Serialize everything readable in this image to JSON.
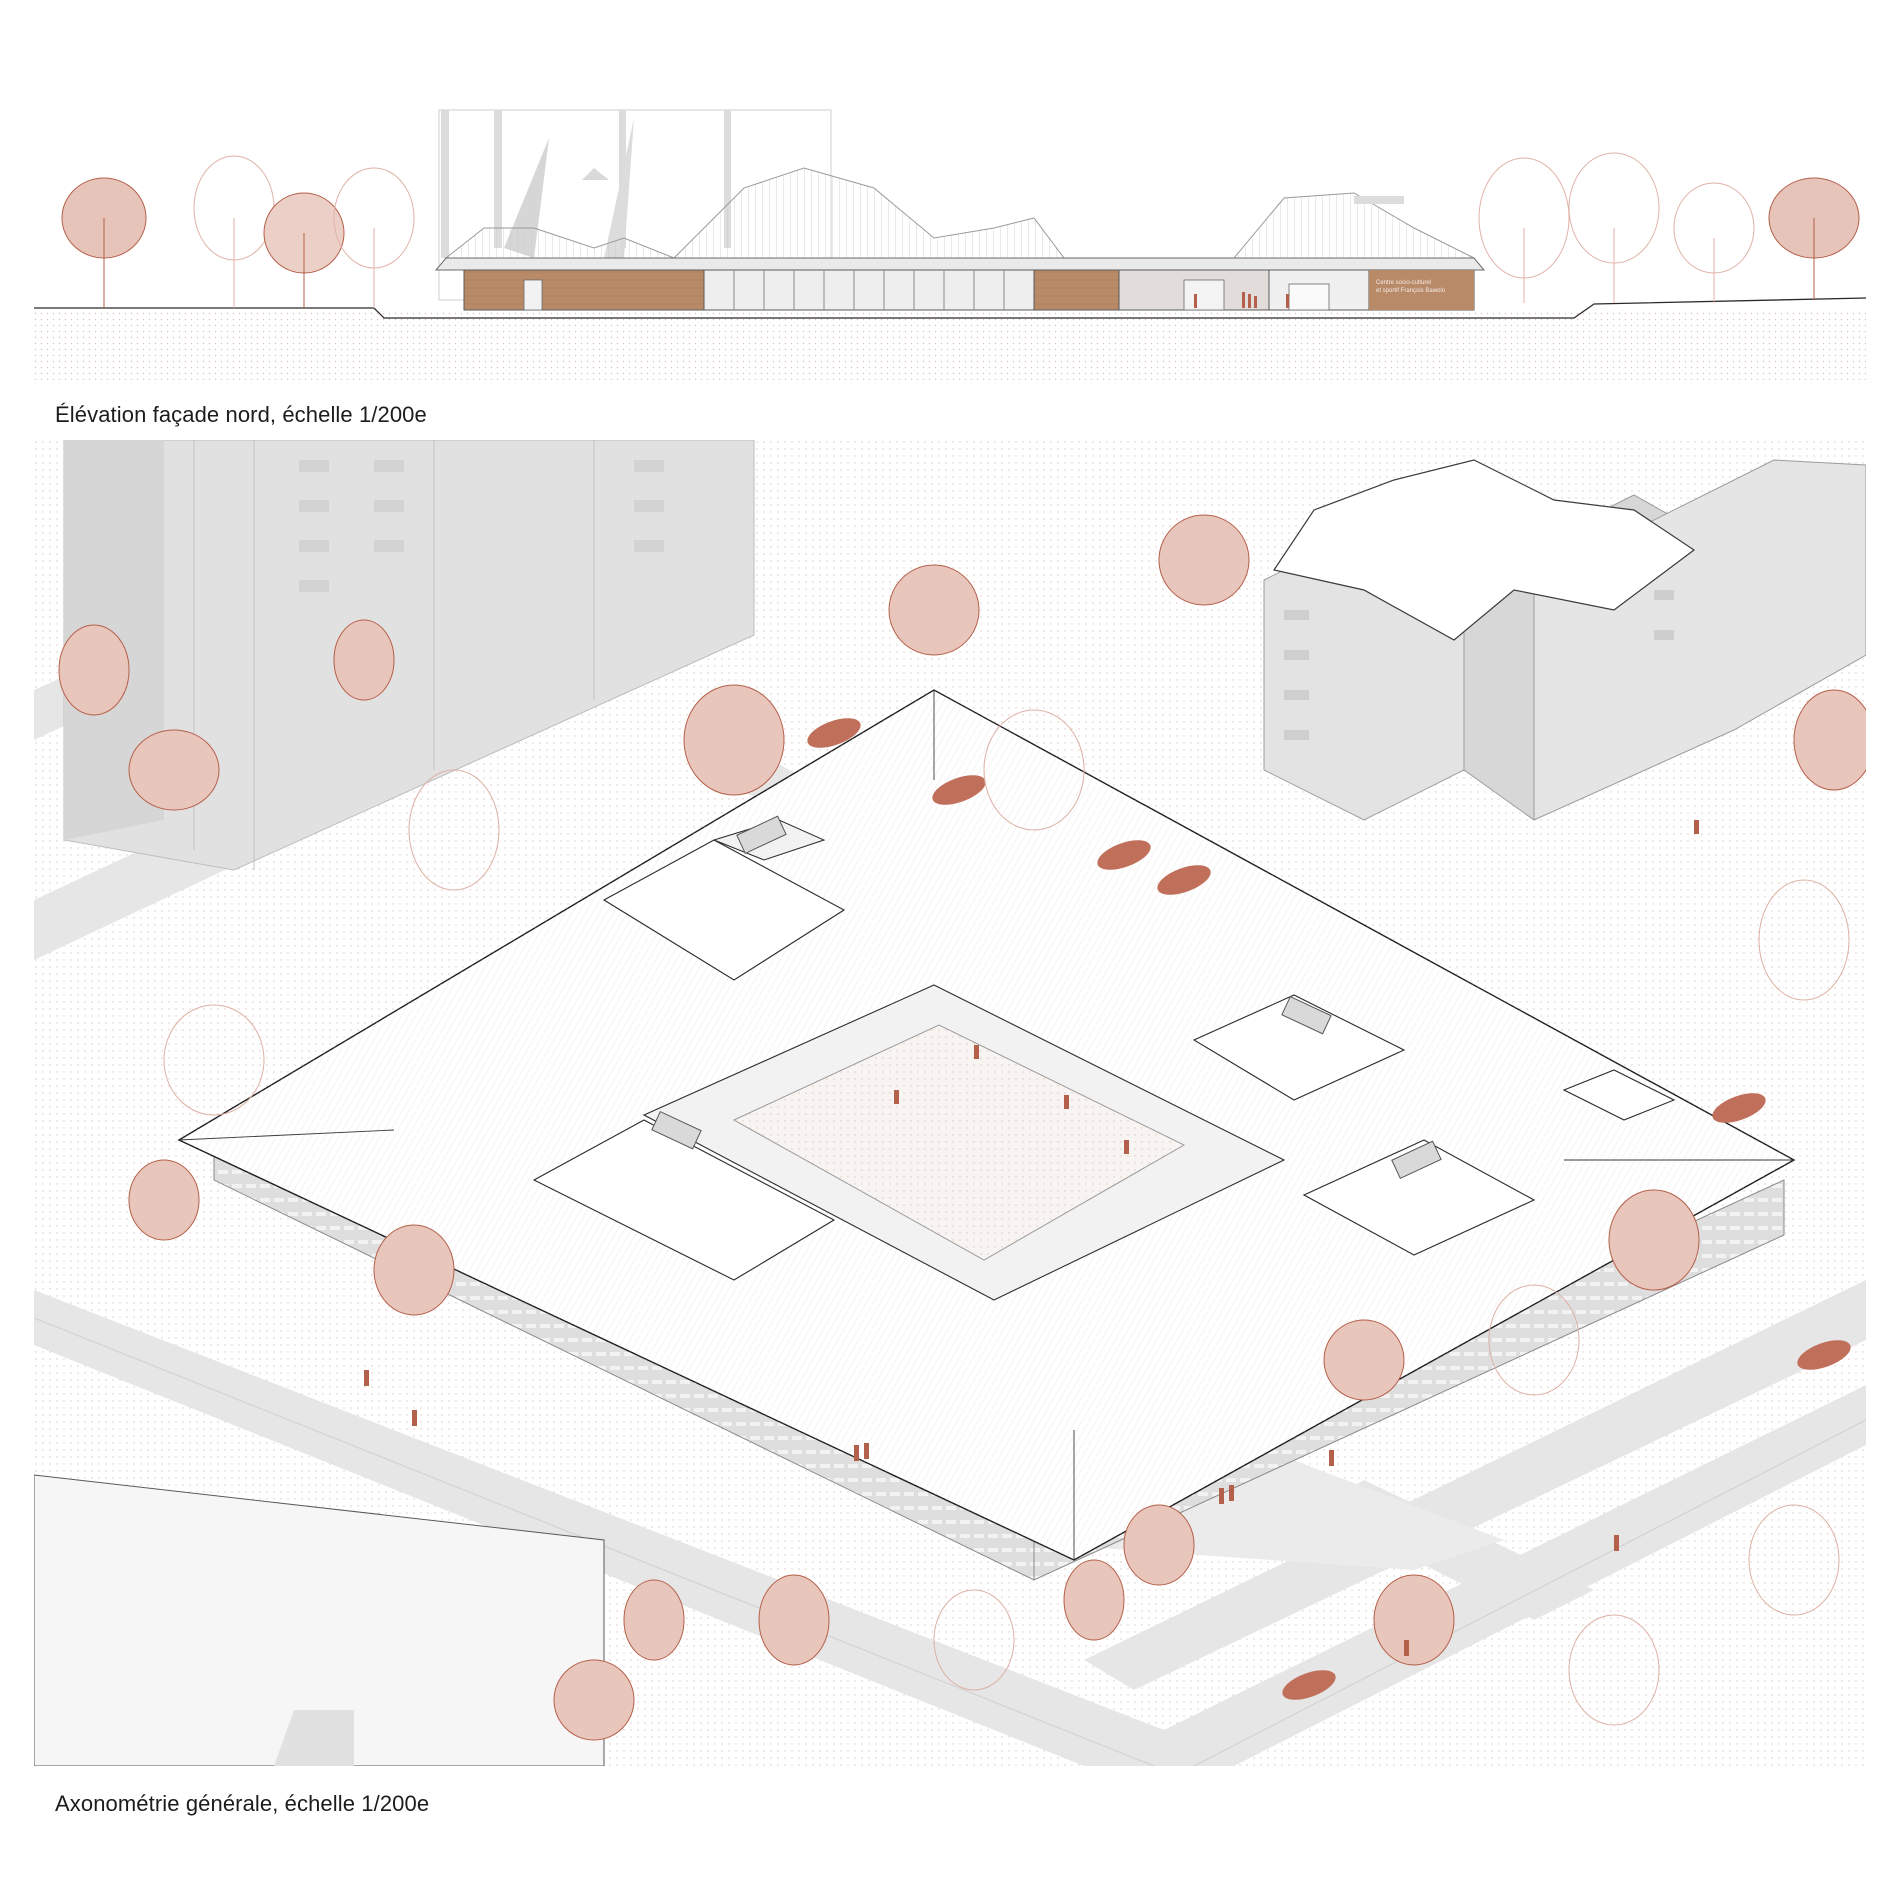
{
  "captions": {
    "elevation": "Élévation façade nord, échelle 1/200e",
    "axonometry": "Axonométrie générale, échelle 1/200e"
  },
  "facade_sign": {
    "line1": "Centre socio-culturel",
    "line2": "et sportif François Bawolo"
  },
  "colors": {
    "accent": "#b5604a",
    "accent_light": "#d9a597",
    "wood": "#b88a68",
    "building_grey": "#e4e4e4",
    "building_shade": "#cfcfcf",
    "road": "#e6e6e6",
    "ground": "#f7f3f1",
    "roof": "#ffffff",
    "line": "#3a3a3a"
  }
}
